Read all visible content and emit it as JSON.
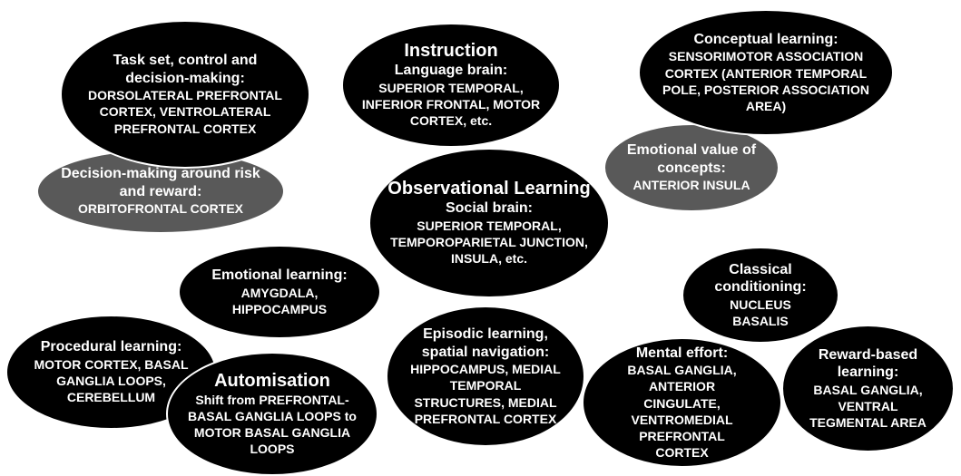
{
  "colors": {
    "black_node": "#000000",
    "gray_node": "#595959",
    "node_text": "#ffffff",
    "background": "#ffffff"
  },
  "nodes": [
    {
      "id": "task-set",
      "variant": "black",
      "heading": "Task set, control and decision-making:",
      "body": "DORSOLATERAL PREFRONTAL CORTEX, VENTROLATERAL PREFRONTAL CORTEX"
    },
    {
      "id": "decision-making",
      "variant": "gray",
      "heading": "Decision-making around risk and reward:",
      "body": "ORBITOFRONTAL CORTEX"
    },
    {
      "id": "instruction",
      "variant": "black",
      "title": "Instruction",
      "heading": "Language brain:",
      "body": "SUPERIOR TEMPORAL, INFERIOR FRONTAL, MOTOR CORTEX, etc."
    },
    {
      "id": "conceptual-learning",
      "variant": "black",
      "heading": "Conceptual learning:",
      "body": "SENSORIMOTOR ASSOCIATION CORTEX (ANTERIOR TEMPORAL POLE, POSTERIOR ASSOCIATION AREA)"
    },
    {
      "id": "emotional-value",
      "variant": "gray",
      "heading": "Emotional value of concepts:",
      "body": "ANTERIOR INSULA"
    },
    {
      "id": "observational-learning",
      "variant": "black",
      "title": "Observational Learning",
      "heading": "Social brain:",
      "body": "SUPERIOR TEMPORAL, TEMPOROPARIETAL JUNCTION, INSULA, etc."
    },
    {
      "id": "emotional-learning",
      "variant": "black",
      "heading": "Emotional learning:",
      "body": "AMYGDALA, HIPPOCAMPUS"
    },
    {
      "id": "classical-conditioning",
      "variant": "black",
      "heading": "Classical conditioning:",
      "body": "NUCLEUS BASALIS"
    },
    {
      "id": "procedural-learning",
      "variant": "black",
      "heading": "Procedural learning:",
      "body": "MOTOR CORTEX, BASAL GANGLIA LOOPS, CEREBELLUM"
    },
    {
      "id": "episodic-learning",
      "variant": "black",
      "heading": "Episodic learning, spatial navigation:",
      "body": "HIPPOCAMPUS, MEDIAL TEMPORAL STRUCTURES, MEDIAL PREFRONTAL CORTEX"
    },
    {
      "id": "automisation",
      "variant": "black",
      "title": "Automisation",
      "body": "Shift from PREFRONTAL-BASAL GANGLIA LOOPS to MOTOR BASAL GANGLIA LOOPS"
    },
    {
      "id": "mental-effort",
      "variant": "black",
      "heading": "Mental effort:",
      "body": "BASAL GANGLIA, ANTERIOR CINGULATE, VENTROMEDIAL PREFRONTAL CORTEX"
    },
    {
      "id": "reward-based-learning",
      "variant": "black",
      "heading": "Reward-based learning:",
      "body": "BASAL GANGLIA, VENTRAL TEGMENTAL AREA"
    }
  ]
}
